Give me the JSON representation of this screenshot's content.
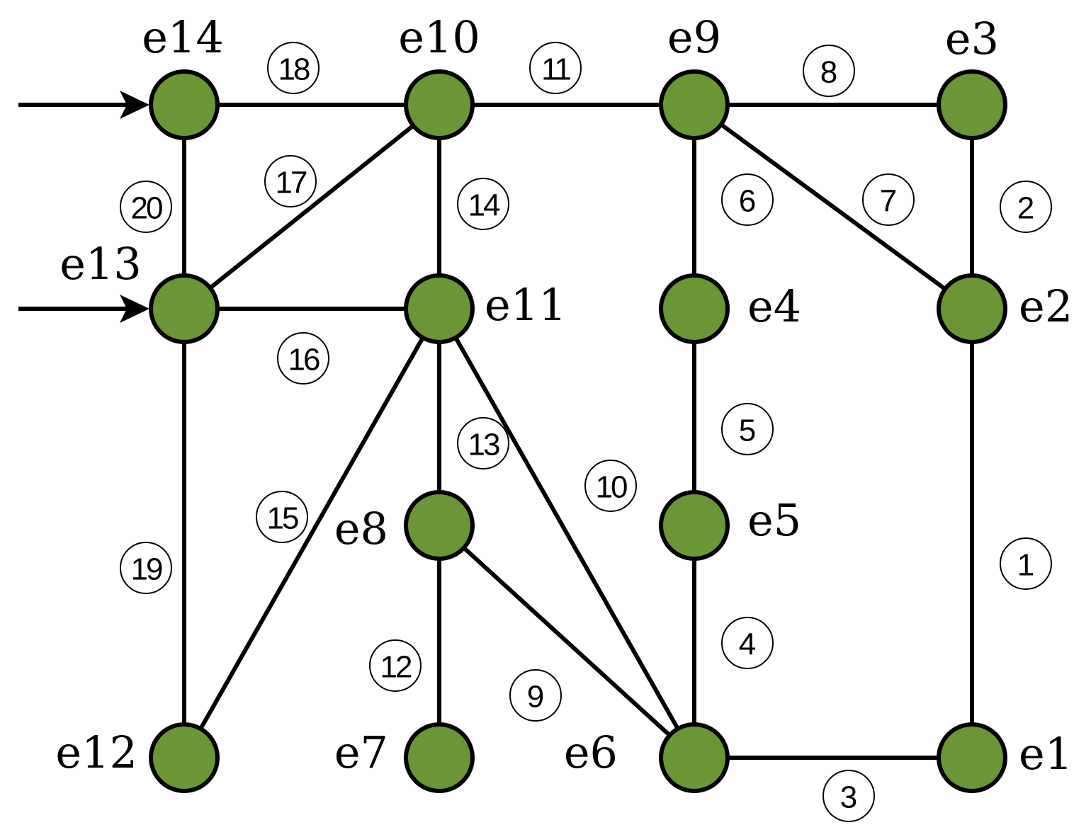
{
  "colors": {
    "node_fill": "#6a9636",
    "stroke": "#000000",
    "background": "#ffffff"
  },
  "nodes": [
    {
      "id": "e1",
      "label": "e1"
    },
    {
      "id": "e2",
      "label": "e2"
    },
    {
      "id": "e3",
      "label": "e3"
    },
    {
      "id": "e4",
      "label": "e4"
    },
    {
      "id": "e5",
      "label": "e5"
    },
    {
      "id": "e6",
      "label": "e6"
    },
    {
      "id": "e7",
      "label": "e7"
    },
    {
      "id": "e8",
      "label": "e8"
    },
    {
      "id": "e9",
      "label": "e9"
    },
    {
      "id": "e10",
      "label": "e10"
    },
    {
      "id": "e11",
      "label": "e11"
    },
    {
      "id": "e12",
      "label": "e12"
    },
    {
      "id": "e13",
      "label": "e13"
    },
    {
      "id": "e14",
      "label": "e14"
    }
  ],
  "edges": [
    {
      "label": "1",
      "from": "e1",
      "to": "e2"
    },
    {
      "label": "2",
      "from": "e2",
      "to": "e3"
    },
    {
      "label": "3",
      "from": "e6",
      "to": "e1"
    },
    {
      "label": "4",
      "from": "e5",
      "to": "e6"
    },
    {
      "label": "5",
      "from": "e4",
      "to": "e5"
    },
    {
      "label": "6",
      "from": "e9",
      "to": "e4"
    },
    {
      "label": "7",
      "from": "e9",
      "to": "e2"
    },
    {
      "label": "8",
      "from": "e9",
      "to": "e3"
    },
    {
      "label": "9",
      "from": "e8",
      "to": "e6"
    },
    {
      "label": "10",
      "from": "e11",
      "to": "e6"
    },
    {
      "label": "11",
      "from": "e10",
      "to": "e9"
    },
    {
      "label": "12",
      "from": "e8",
      "to": "e7"
    },
    {
      "label": "13",
      "from": "e11",
      "to": "e8"
    },
    {
      "label": "14",
      "from": "e10",
      "to": "e11"
    },
    {
      "label": "15",
      "from": "e11",
      "to": "e12"
    },
    {
      "label": "16",
      "from": "e13",
      "to": "e11"
    },
    {
      "label": "17",
      "from": "e13",
      "to": "e10"
    },
    {
      "label": "18",
      "from": "e14",
      "to": "e10"
    },
    {
      "label": "19",
      "from": "e13",
      "to": "e12"
    },
    {
      "label": "20",
      "from": "e14",
      "to": "e13"
    }
  ],
  "input_arrows": [
    {
      "target": "e14"
    },
    {
      "target": "e13"
    }
  ]
}
